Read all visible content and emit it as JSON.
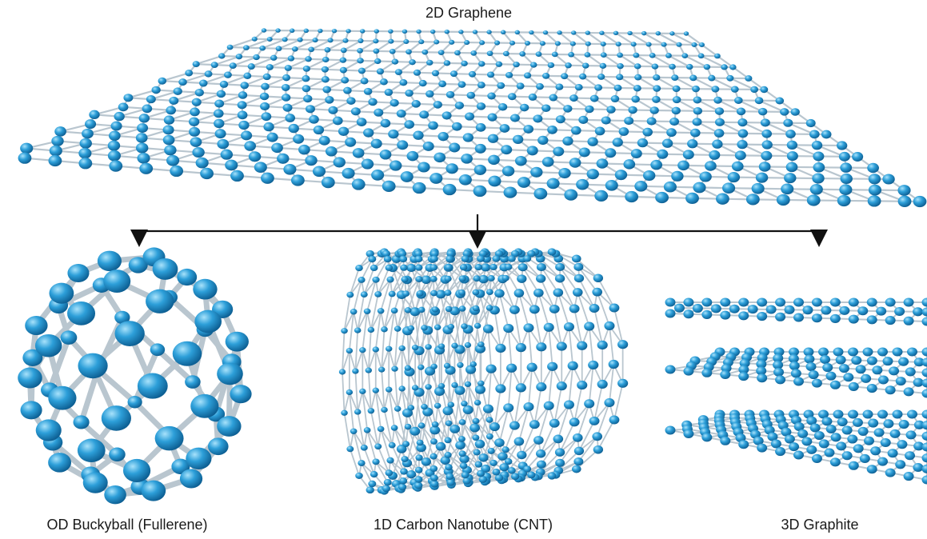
{
  "labels": {
    "graphene": "2D Graphene",
    "buckyball": "OD Buckyball (Fullerene)",
    "nanotube": "1D Carbon Nanotube (CNT)",
    "graphite": "3D Graphite"
  },
  "colors": {
    "atom": "#2d9fd9",
    "atom_highlight": "#8fd3f4",
    "atom_shadow": "#0d5f93",
    "bond": "#b9c6cf",
    "arrow": "#111111"
  }
}
